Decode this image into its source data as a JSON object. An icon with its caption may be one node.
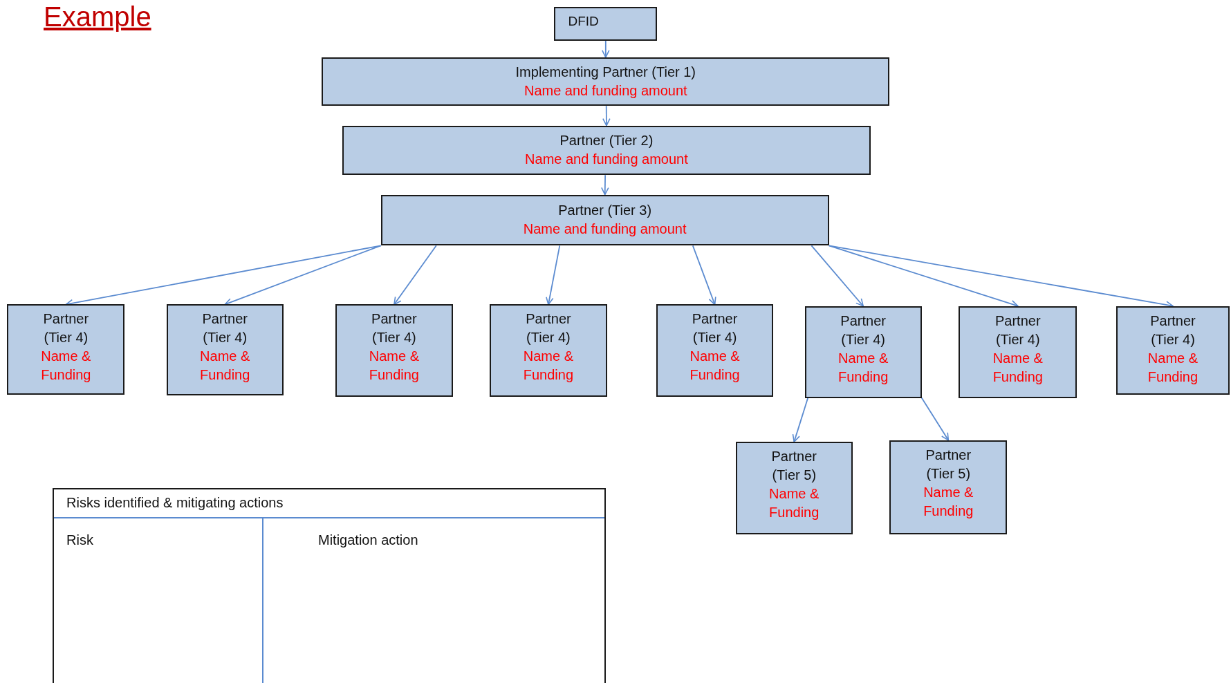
{
  "diagram": {
    "title": "Example",
    "nodes": [
      {
        "text": [
          "DFID"
        ]
      },
      {
        "text": [
          "Implementing Partner (Tier 1)",
          "Name and funding amount"
        ]
      },
      {
        "text": [
          "Partner (Tier 2)",
          "Name and funding amount"
        ]
      },
      {
        "text": [
          "Partner (Tier 3)",
          "Name and funding amount"
        ]
      },
      {
        "text": [
          "Partner (Tier 4)",
          "Name & Funding"
        ]
      },
      {
        "text": [
          "Partner (Tier 4)",
          "Name & Funding"
        ]
      },
      {
        "text": [
          "Partner (Tier 4)",
          "Name & Funding"
        ]
      },
      {
        "text": [
          "Partner (Tier 4)",
          "Name & Funding"
        ]
      },
      {
        "text": [
          "Partner (Tier 4)",
          "Name & Funding"
        ]
      },
      {
        "text": [
          "Partner (Tier 4)",
          "Name & Funding"
        ]
      },
      {
        "text": [
          "Partner (Tier 4)",
          "Name & Funding"
        ]
      },
      {
        "text": [
          "Partner (Tier 4)",
          "Name & Funding"
        ]
      },
      {
        "text": [
          "Partner (Tier 5)",
          "Name & Funding"
        ]
      },
      {
        "text": [
          "Partner (Tier 5)",
          "Name & Funding"
        ]
      }
    ],
    "edges": [
      {
        "from": 0,
        "to": 1,
        "arrow": "to"
      },
      {
        "from": 1,
        "to": 2,
        "arrow": "to"
      },
      {
        "from": 2,
        "to": 3,
        "arrow": "to"
      },
      {
        "from": 3,
        "to": 4,
        "arrow": "to"
      },
      {
        "from": 3,
        "to": 5,
        "arrow": "to"
      },
      {
        "from": 3,
        "to": 6,
        "arrow": "to"
      },
      {
        "from": 3,
        "to": 7,
        "arrow": "to"
      },
      {
        "from": 3,
        "to": 8,
        "arrow": "to"
      },
      {
        "from": 3,
        "to": 9,
        "arrow": "to"
      },
      {
        "from": 3,
        "to": 10,
        "arrow": "to"
      },
      {
        "from": 3,
        "to": 11,
        "arrow": "to"
      },
      {
        "from": 9,
        "to": 12,
        "arrow": "to"
      },
      {
        "from": 9,
        "to": 13,
        "arrow": "to"
      }
    ],
    "labels": [
      "Risks identified & mitigating actions",
      "Risk",
      "Mitigation action"
    ]
  }
}
